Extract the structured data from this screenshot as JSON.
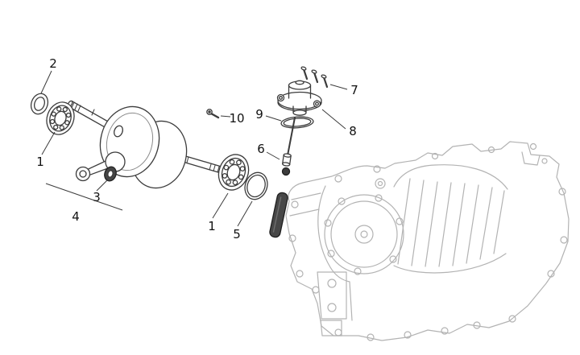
{
  "diagram": {
    "kind": "exploded-parts-diagram",
    "background_color": "#ffffff",
    "part_line_color": "#3c3c3c",
    "crankcase_line_color": "#b3b3b3",
    "dark_part_fill": "#474747",
    "callouts": [
      {
        "label": "2"
      },
      {
        "label": "1"
      },
      {
        "label": "3"
      },
      {
        "label": "4"
      },
      {
        "label": "1"
      },
      {
        "label": "5"
      },
      {
        "label": "6"
      },
      {
        "label": "7"
      },
      {
        "label": "8"
      },
      {
        "label": "9"
      },
      {
        "label": "10"
      }
    ]
  }
}
